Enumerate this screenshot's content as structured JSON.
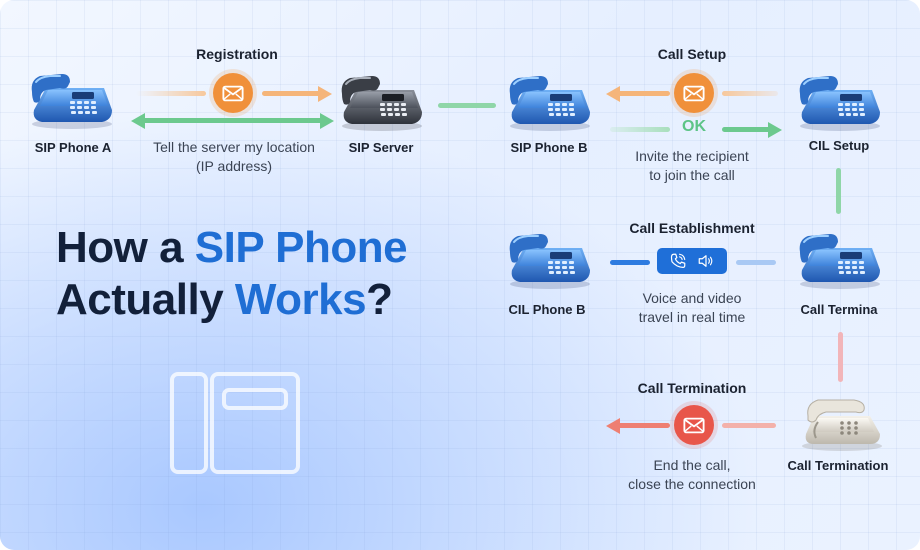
{
  "headline": {
    "line1_part1": "How a ",
    "line1_accent": "SIP Phone",
    "line2_part1": "Actually ",
    "line2_accent": "Works",
    "line2_end": "?"
  },
  "registration": {
    "title": "Registration",
    "desc_line1": "Tell the server my location",
    "desc_line2": "(IP address)"
  },
  "call_setup": {
    "title": "Call Setup",
    "ok": "OK",
    "desc_line1": "Invite the recipient",
    "desc_line2": "to join the call"
  },
  "call_establishment": {
    "title": "Call Establishment",
    "desc_line1": "Voice and video",
    "desc_line2": "travel in real time"
  },
  "call_termination": {
    "title": "Call Termination",
    "desc_line1": "End the call,",
    "desc_line2": "close the connection"
  },
  "nodes": {
    "sip_phone_a": "SIP Phone A",
    "sip_server": "SIP Server",
    "sip_phone_b": "SIP Phone B",
    "cil_setup": "CIL Setup",
    "cil_phone_b": "CIL Phone B",
    "call_termina": "Call Termina",
    "call_termination": "Call Termination"
  },
  "icons": {
    "envelope": "envelope-icon",
    "phone_call": "phone-call-icon",
    "speaker": "speaker-icon",
    "desk_phone": "desk-phone-icon"
  },
  "colors": {
    "orange": "#f0903a",
    "orange_light": "#f7c89c",
    "green": "#6cc98e",
    "green_light": "#bfe8cd",
    "blue": "#2d7be0",
    "blue_light": "#a9c9f4",
    "red": "#e8564a",
    "red_light": "#f3b1aa",
    "pink": "#f2b5b9",
    "phone_blue": "#2f6fc7",
    "headline": "#12203a",
    "accent": "#1f6ed4"
  }
}
